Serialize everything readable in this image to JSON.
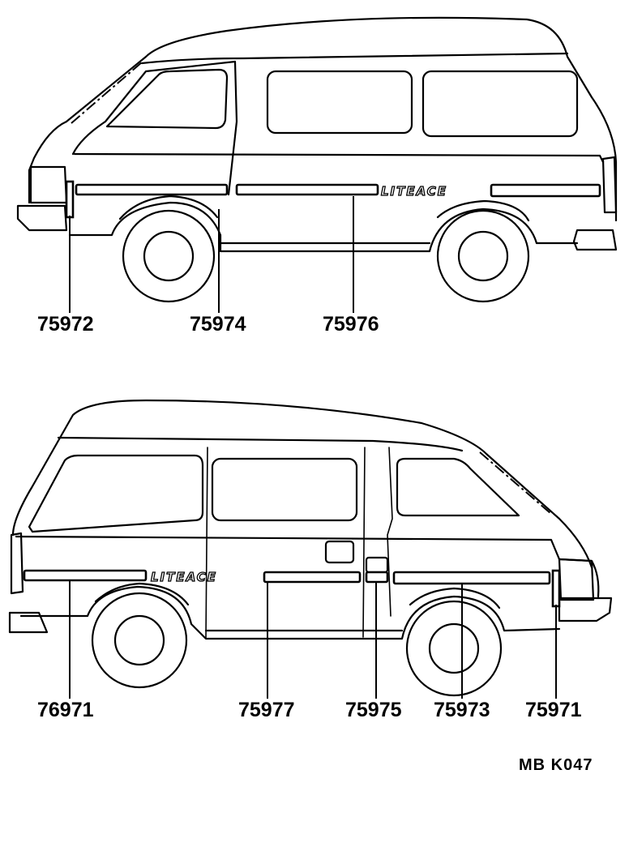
{
  "upper_view": {
    "badge_text": "LITEACE",
    "part_numbers": [
      "75972",
      "75974",
      "75976"
    ]
  },
  "lower_view": {
    "badge_text": "LITEACE",
    "part_numbers": [
      "76971",
      "75977",
      "75975",
      "75973",
      "75971"
    ]
  },
  "diagram_code": "MB K047"
}
